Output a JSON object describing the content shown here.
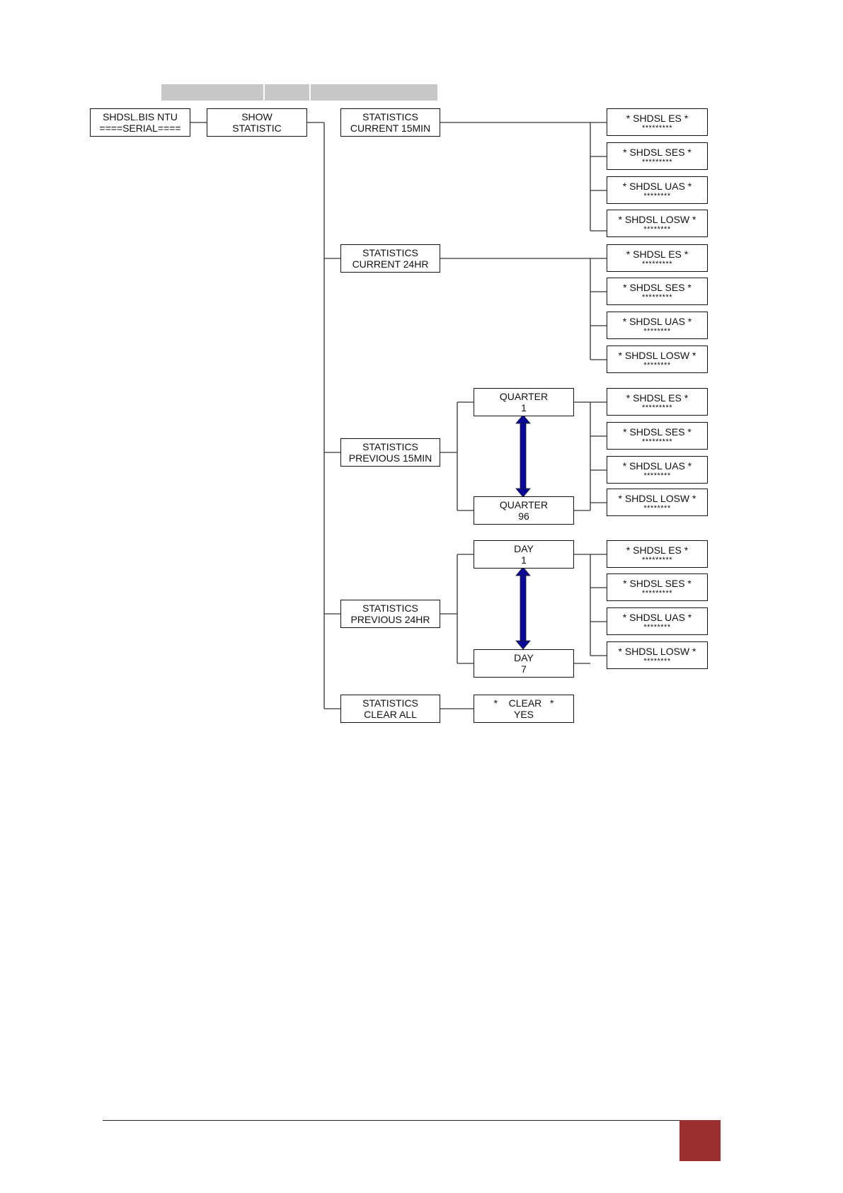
{
  "colors": {
    "arrow": "#0a0a9a",
    "badge": "#9b3033",
    "header_bar": "#c8c8c8"
  },
  "root": {
    "line1": "SHDSL.BIS  NTU",
    "line2": "====SERIAL===="
  },
  "show": {
    "line1": "SHOW",
    "line2": "STATISTIC"
  },
  "menu": [
    {
      "line1": "STATISTICS",
      "line2": "CURRENT 15MIN"
    },
    {
      "line1": "STATISTICS",
      "line2": "CURRENT 24HR"
    },
    {
      "line1": "STATISTICS",
      "line2": "PREVIOUS 15MIN"
    },
    {
      "line1": "STATISTICS",
      "line2": "PREVIOUS 24HR"
    },
    {
      "line1": "STATISTICS",
      "line2": "CLEAR ALL"
    }
  ],
  "selectors": [
    {
      "line1": "QUARTER",
      "line2": "1"
    },
    {
      "line1": "QUARTER",
      "line2": "96"
    },
    {
      "line1": "DAY",
      "line2": "1"
    },
    {
      "line1": "DAY",
      "line2": "7"
    }
  ],
  "clear": {
    "line1": "*    CLEAR   *",
    "line2": "YES"
  },
  "counters": [
    {
      "line1": "* SHDSL ES *",
      "line2": "*********"
    },
    {
      "line1": "* SHDSL SES *",
      "line2": "*********"
    },
    {
      "line1": "* SHDSL UAS *",
      "line2": "********"
    },
    {
      "line1": "* SHDSL LOSW *",
      "line2": "********"
    }
  ]
}
